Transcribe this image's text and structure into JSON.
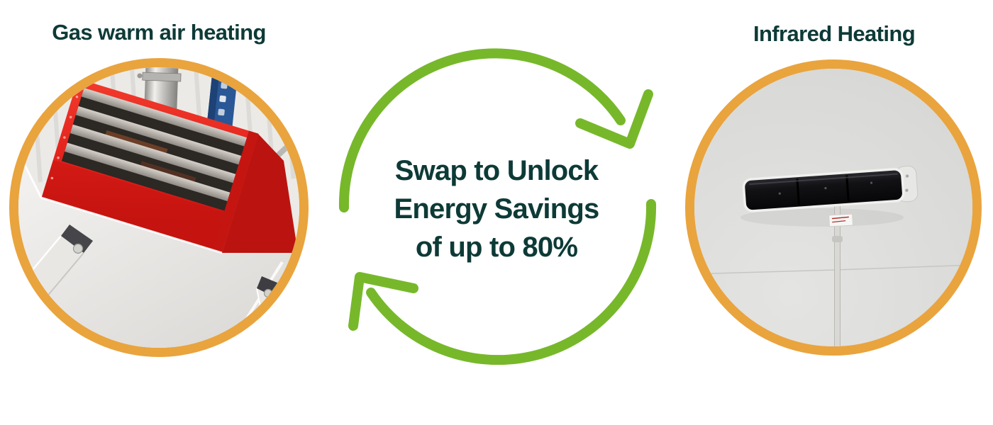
{
  "page": {
    "background": "#ffffff"
  },
  "left": {
    "title": "Gas warm air heating",
    "photo": "gas-warm-air-heater-unit-with-red-louvre-grille"
  },
  "center": {
    "headline": [
      "Swap to Unlock",
      "Energy Savings",
      "of up to 80%"
    ],
    "icon": "swap-cycle-arrows"
  },
  "right": {
    "title": "Infrared Heating",
    "photo": "wall-mounted-infrared-heater-bar"
  },
  "colors": {
    "arrow_green": "#77b82b",
    "ring_orange": "#e9a43e",
    "heading_teal": "#0d3a37",
    "heater_red": "#e2211c"
  }
}
